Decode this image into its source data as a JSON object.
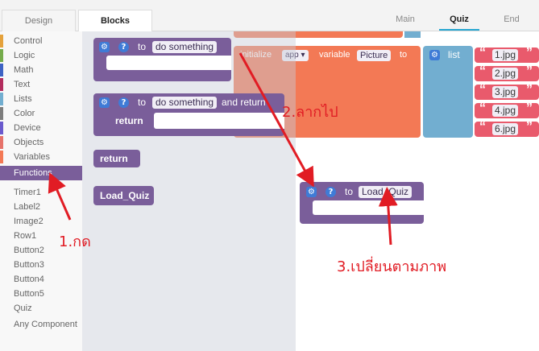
{
  "top_tabs": {
    "design": "Design",
    "blocks": "Blocks"
  },
  "screens": {
    "main": "Main",
    "quiz": "Quiz",
    "end": "End"
  },
  "categories": {
    "control": "Control",
    "logic": "Logic",
    "math": "Math",
    "text": "Text",
    "lists": "Lists",
    "color": "Color",
    "device": "Device",
    "objects": "Objects",
    "variables": "Variables",
    "functions": "Functions"
  },
  "components": {
    "timer1": "Timer1",
    "label2": "Label2",
    "image2": "Image2",
    "row1": "Row1",
    "button2": "Button2",
    "button3": "Button3",
    "button4": "Button4",
    "button5": "Button5",
    "quiz": "Quiz",
    "any": "Any Component"
  },
  "flyout": {
    "to": "to",
    "do_something": "do something",
    "and_return": "and return",
    "return": "return",
    "load_quiz": "Load_Quiz"
  },
  "workspace": {
    "initialize": "initialize",
    "app": "app",
    "variable": "variable",
    "var_name": "Picture",
    "to": "to",
    "list": "list",
    "items": [
      "1.jpg",
      "2.jpg",
      "3.jpg",
      "4.jpg",
      "6.jpg"
    ],
    "proc_to": "to",
    "proc_name": "Load_Quiz"
  },
  "annotations": {
    "step1": "1.กด",
    "step2": "2.ลากไป",
    "step3": "3.เปลี่ยนตามภาพ"
  },
  "colors": {
    "procedure": "#7a5e9a",
    "variable": "#f37955",
    "lists": "#72aed0",
    "text": "#e95a6c",
    "annotation": "#e11c24"
  }
}
